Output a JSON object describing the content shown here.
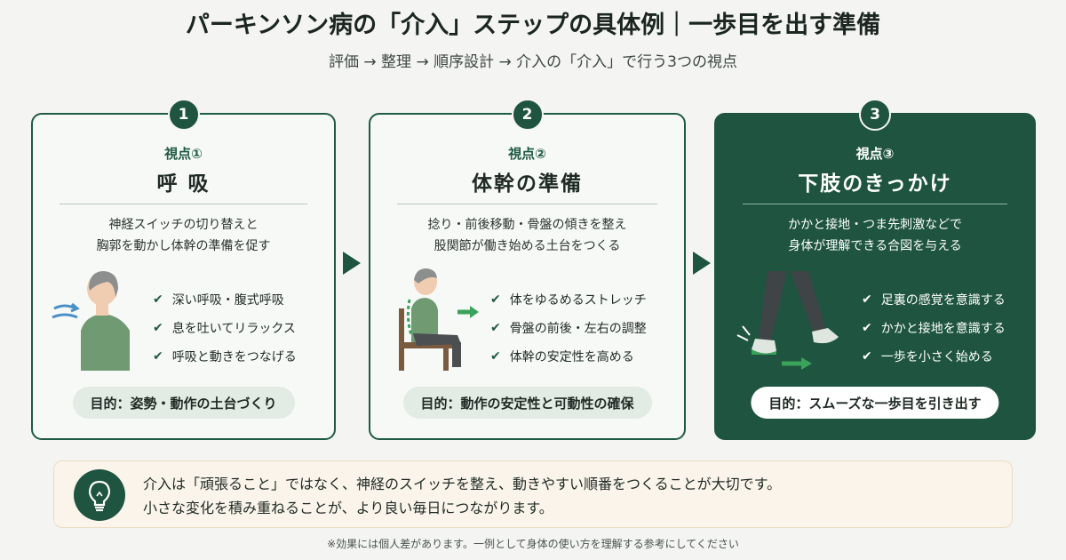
{
  "title": "パーキンソン病の「介入」ステップの具体例｜一歩目を出す準備",
  "subtitle": "評価 → 整理 → 順序設計 → 介入の「介入」で行う3つの視点",
  "cards": [
    {
      "number": "1",
      "viewpoint": "視点①",
      "heading": "呼 吸",
      "desc_line1": "神経スイッチの切り替えと",
      "desc_line2": "胸郭を動かし体幹の準備を促す",
      "illustration": "breathing-person-icon",
      "checks": [
        "深い呼吸・腹式呼吸",
        "息を吐いてリラックス",
        "呼吸と動きをつなげる"
      ],
      "purpose": "目的：姿勢・動作の土台づくり"
    },
    {
      "number": "2",
      "viewpoint": "視点②",
      "heading": "体幹の準備",
      "desc_line1": "捻り・前後移動・骨盤の傾きを整え",
      "desc_line2": "股関節が働き始める土台をつくる",
      "illustration": "seated-person-icon",
      "checks": [
        "体をゆるめるストレッチ",
        "骨盤の前後・左右の調整",
        "体幹の安定性を高める"
      ],
      "purpose": "目的：動作の安定性と可動性の確保"
    },
    {
      "number": "3",
      "viewpoint": "視点③",
      "heading": "下肢のきっかけ",
      "desc_line1": "かかと接地・つま先刺激などで",
      "desc_line2": "身体が理解できる合図を与える",
      "illustration": "walking-legs-icon",
      "checks": [
        "足裏の感覚を意識する",
        "かかと接地を意識する",
        "一歩を小さく始める"
      ],
      "purpose": "目的：スムーズな一歩目を引き出す"
    }
  ],
  "note": {
    "icon": "lightbulb-icon",
    "line1": "介入は「頑張ること」ではなく、神経のスイッチを整え、動きやすい順番をつくることが大切です。",
    "line2": "小さな変化を積み重ねることが、より良い毎日につながります。"
  },
  "footnote": "※効果には個人差があります。一例として身体の使い方を理解する参考にしてください",
  "colors": {
    "primary": "#1e5440",
    "accent_green": "#3aa35a",
    "breath_blue": "#4a90c8",
    "note_bg": "#faf4ea"
  }
}
